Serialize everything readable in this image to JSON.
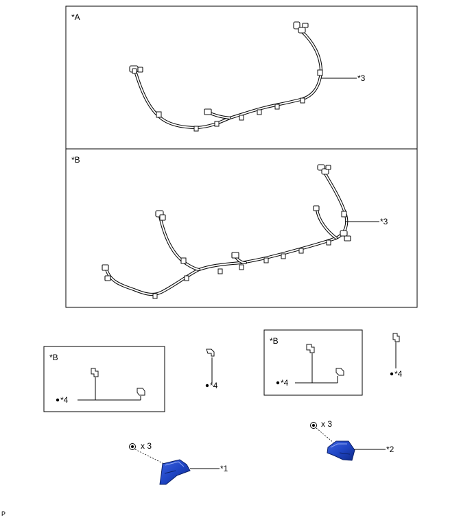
{
  "panel_a": {
    "tag": "*A",
    "callout": "*3"
  },
  "panel_b": {
    "tag": "*B",
    "callout": "*3"
  },
  "small_box_left": {
    "tag": "*B",
    "callout": "*4"
  },
  "small_box_right": {
    "tag": "*B",
    "callout": "*4"
  },
  "loose_clip_middle": {
    "callout": "*4"
  },
  "loose_clip_right": {
    "callout": "*4"
  },
  "bracket_left": {
    "callout": "*1",
    "screw_qty": "x 3"
  },
  "bracket_right": {
    "callout": "*2",
    "screw_qty": "x 3"
  },
  "footer": {
    "code": "P"
  },
  "colors": {
    "part_fill": "#1f45c4",
    "part_dark": "#0f2a8a",
    "line": "#000000"
  },
  "icons": [
    "screw-icon",
    "clip-icon",
    "connector-icon",
    "bracket-icon",
    "dot-icon"
  ]
}
